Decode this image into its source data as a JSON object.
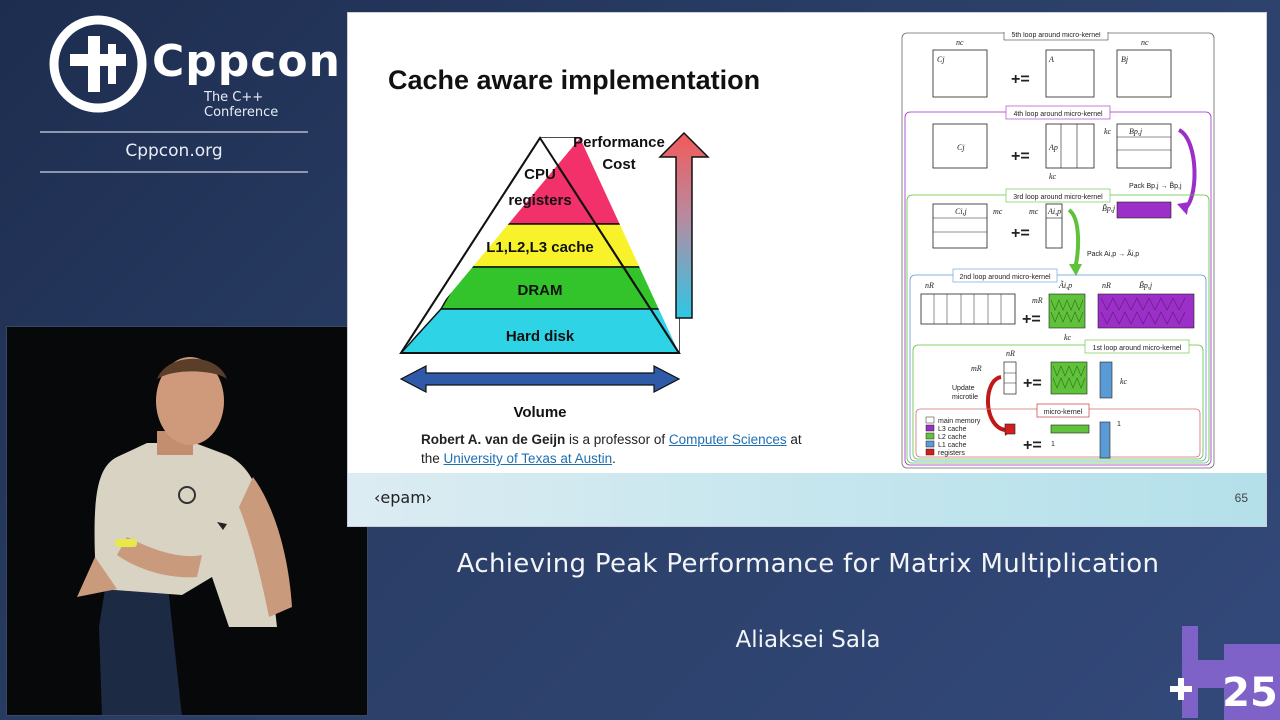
{
  "conference": {
    "name": "Cppcon",
    "tagline": "The C++ Conference",
    "website": "Cppcon.org",
    "edition": "25"
  },
  "talk": {
    "title": "Achieving Peak Performance for Matrix Multiplication",
    "speaker": "Aliaksei Sala"
  },
  "slide": {
    "title": "Cache aware implementation",
    "pyramid": {
      "levels": [
        "CPU",
        "registers",
        "L1,L2,L3 cache",
        "DRAM",
        "Hard disk"
      ],
      "arrow_labels": [
        "Performance",
        "Cost"
      ],
      "volume_label": "Volume",
      "colors": [
        "#f2306a",
        "#f7f229",
        "#33c42b",
        "#2ed3e6"
      ]
    },
    "credit": {
      "name": "Robert A. van de Geijn",
      "text1": " is a professor of ",
      "link1": "Computer Sciences",
      "text2": " at the ",
      "link2": "University of Texas at Austin",
      "text3": "."
    },
    "brand": "‹epam›",
    "page_number": "65",
    "diagram": {
      "loop5": "5th loop around micro-kernel",
      "loop4": "4th loop around micro-kernel",
      "loop3": "3rd loop around micro-kernel",
      "loop2": "2nd loop around micro-kernel",
      "loop1": "1st loop around micro-kernel",
      "micro_kernel": "micro-kernel",
      "pack_b": "Pack Bp,j → B̃p,j",
      "pack_a": "Pack Ai,p → Ãi,p",
      "update": [
        "Update",
        "microtile"
      ],
      "sym_cj": "Cj",
      "sym_a": "A",
      "sym_bj": "Bj",
      "sym_ap": "Ap",
      "sym_bpj": "Bp,j",
      "sym_cij": "Ci,j",
      "sym_aip": "Ai,p",
      "sym_btilde": "B̃p,j",
      "sym_atilde": "Ãi,p",
      "nc": "nc",
      "kc": "kc",
      "mc": "mc",
      "nr": "nR",
      "mr": "mR",
      "eq": "+=",
      "one": "1",
      "legend": [
        {
          "label": "main memory",
          "color": "#ffffff"
        },
        {
          "label": "L3 cache",
          "color": "#9b2fc8"
        },
        {
          "label": "L2 cache",
          "color": "#5fc23a"
        },
        {
          "label": "L1 cache",
          "color": "#5b9bd5"
        },
        {
          "label": "registers",
          "color": "#d01f1f"
        }
      ]
    }
  }
}
